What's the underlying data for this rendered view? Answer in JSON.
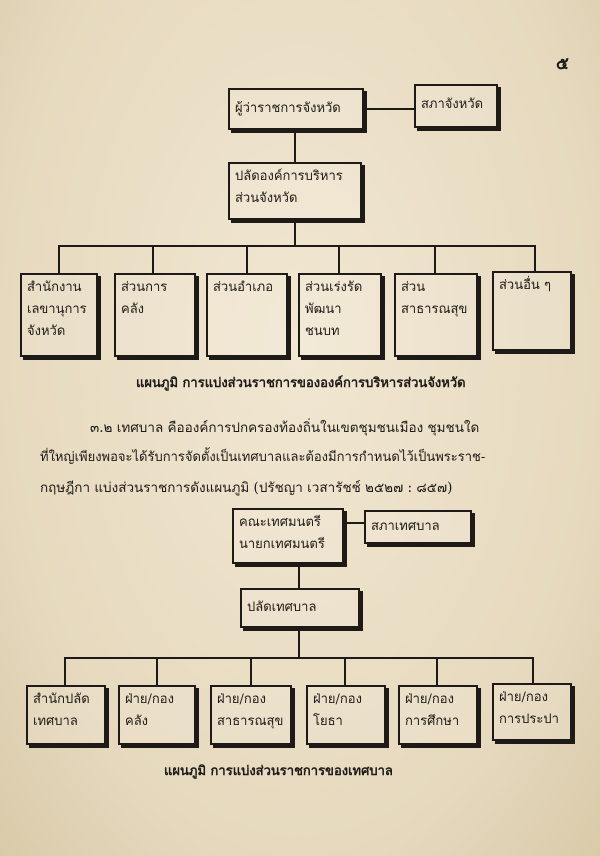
{
  "page_number": "๕",
  "chart1": {
    "governor": "ผู้ว่าราชการจังหวัด",
    "council": "สภาจังหวัด",
    "clerk_line1": "ปลัดองค์การบริหาร",
    "clerk_line2": "ส่วนจังหวัด",
    "divisions": [
      {
        "line1": "สำนักงาน",
        "line2": "เลขานุการ",
        "line3": "จังหวัด"
      },
      {
        "line1": "ส่วนการคลัง"
      },
      {
        "line1": "ส่วนอำเภอ"
      },
      {
        "line1": "ส่วนเร่งรัด",
        "line2": "พัฒนาชนบท"
      },
      {
        "line1": "ส่วน",
        "line2": "สาธารณสุข"
      },
      {
        "line1": "ส่วนอื่น ๆ"
      }
    ],
    "caption": "แผนภูมิ  การแบ่งส่วนราชการขององค์การบริหารส่วนจังหวัด"
  },
  "paragraph": {
    "line1": "๓.๒  เทศบาล  คือองค์การปกครองท้องถิ่นในเขตชุมชนเมือง  ชุมชนใด",
    "line2": "ที่ใหญ่เพียงพอจะได้รับการจัดตั้งเป็นเทศบาลและต้องมีการกำหนดไว้เป็นพระราช-",
    "line3": "กฤษฎีกา  แบ่งส่วนราชการดังแผนภูมิ  (ปรัชญา  เวสารัชช์  ๒๕๒๗ : ๘๕๗)"
  },
  "chart2": {
    "exec_line1": "คณะเทศมนตรี",
    "exec_line2": "นายกเทศมนตรี",
    "council": "สภาเทศบาล",
    "clerk": "ปลัดเทศบาล",
    "divisions": [
      {
        "line1": "สำนักปลัด",
        "line2": "เทศบาล"
      },
      {
        "line1": "ฝ่าย/กอง",
        "line2": "คลัง"
      },
      {
        "line1": "ฝ่าย/กอง",
        "line2": "สาธารณสุข"
      },
      {
        "line1": "ฝ่าย/กอง",
        "line2": "โยธา"
      },
      {
        "line1": "ฝ่าย/กอง",
        "line2": "การศึกษา"
      },
      {
        "line1": "ฝ่าย/กอง",
        "line2": "การประปา"
      }
    ],
    "caption": "แผนภูมิ  การแบ่งส่วนราชการของเทศบาล"
  }
}
